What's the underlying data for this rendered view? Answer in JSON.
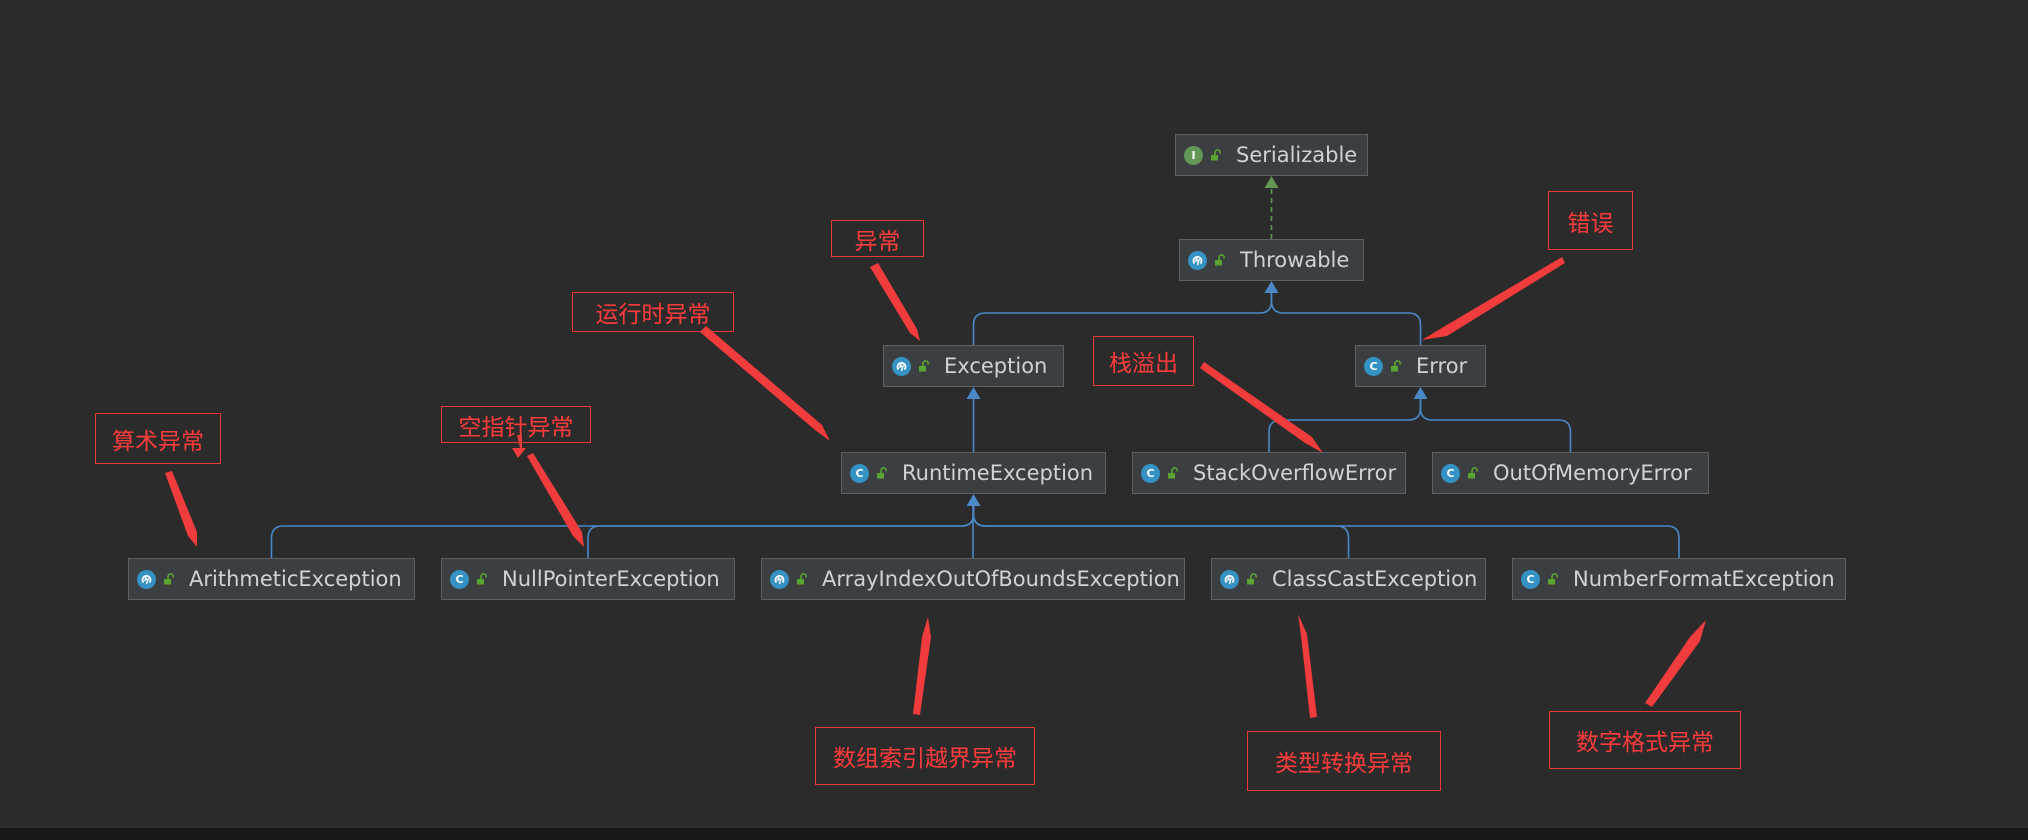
{
  "colors": {
    "background": "#2b2b2b",
    "node_fill": "#3c3f41",
    "node_border": "#5e6163",
    "node_text": "#d0d3d6",
    "class_icon": "#3592c4",
    "interface_icon": "#629755",
    "edge_extends": "#4a88c7",
    "edge_implements": "#629755",
    "annotation": "#e8383a"
  },
  "nodes": {
    "serializable": {
      "label": "Serializable",
      "kind": "interface",
      "icon": "I"
    },
    "throwable": {
      "label": "Throwable",
      "kind": "abstract-class"
    },
    "exception": {
      "label": "Exception",
      "kind": "abstract-class"
    },
    "error": {
      "label": "Error",
      "kind": "class",
      "icon": "C"
    },
    "runtime_exception": {
      "label": "RuntimeException",
      "kind": "class",
      "icon": "C"
    },
    "stack_overflow_error": {
      "label": "StackOverflowError",
      "kind": "class",
      "icon": "C"
    },
    "out_of_memory_error": {
      "label": "OutOfMemoryError",
      "kind": "class",
      "icon": "C"
    },
    "arithmetic_exception": {
      "label": "ArithmeticException",
      "kind": "abstract-class"
    },
    "null_pointer_exception": {
      "label": "NullPointerException",
      "kind": "class",
      "icon": "C"
    },
    "array_index_exception": {
      "label": "ArrayIndexOutOfBoundsException",
      "kind": "abstract-class"
    },
    "class_cast_exception": {
      "label": "ClassCastException",
      "kind": "abstract-class"
    },
    "number_format_exception": {
      "label": "NumberFormatException",
      "kind": "class",
      "icon": "C"
    }
  },
  "annotations": {
    "exception": "异常",
    "error": "错误",
    "runtime_exception": "运行时异常",
    "stack_overflow": "栈溢出",
    "arithmetic": "算术异常",
    "null_pointer": "空指针异常",
    "array_index": "数组索引越界异常",
    "class_cast": "类型转换异常",
    "number_format": "数字格式异常"
  },
  "edges": [
    {
      "from": "throwable",
      "to": "serializable",
      "type": "implements"
    },
    {
      "from": "exception",
      "to": "throwable",
      "type": "extends"
    },
    {
      "from": "error",
      "to": "throwable",
      "type": "extends"
    },
    {
      "from": "runtime_exception",
      "to": "exception",
      "type": "extends"
    },
    {
      "from": "stack_overflow_error",
      "to": "error",
      "type": "extends"
    },
    {
      "from": "out_of_memory_error",
      "to": "error",
      "type": "extends"
    },
    {
      "from": "arithmetic_exception",
      "to": "runtime_exception",
      "type": "extends"
    },
    {
      "from": "null_pointer_exception",
      "to": "runtime_exception",
      "type": "extends"
    },
    {
      "from": "array_index_exception",
      "to": "runtime_exception",
      "type": "extends"
    },
    {
      "from": "class_cast_exception",
      "to": "runtime_exception",
      "type": "extends"
    },
    {
      "from": "number_format_exception",
      "to": "runtime_exception",
      "type": "extends"
    }
  ]
}
